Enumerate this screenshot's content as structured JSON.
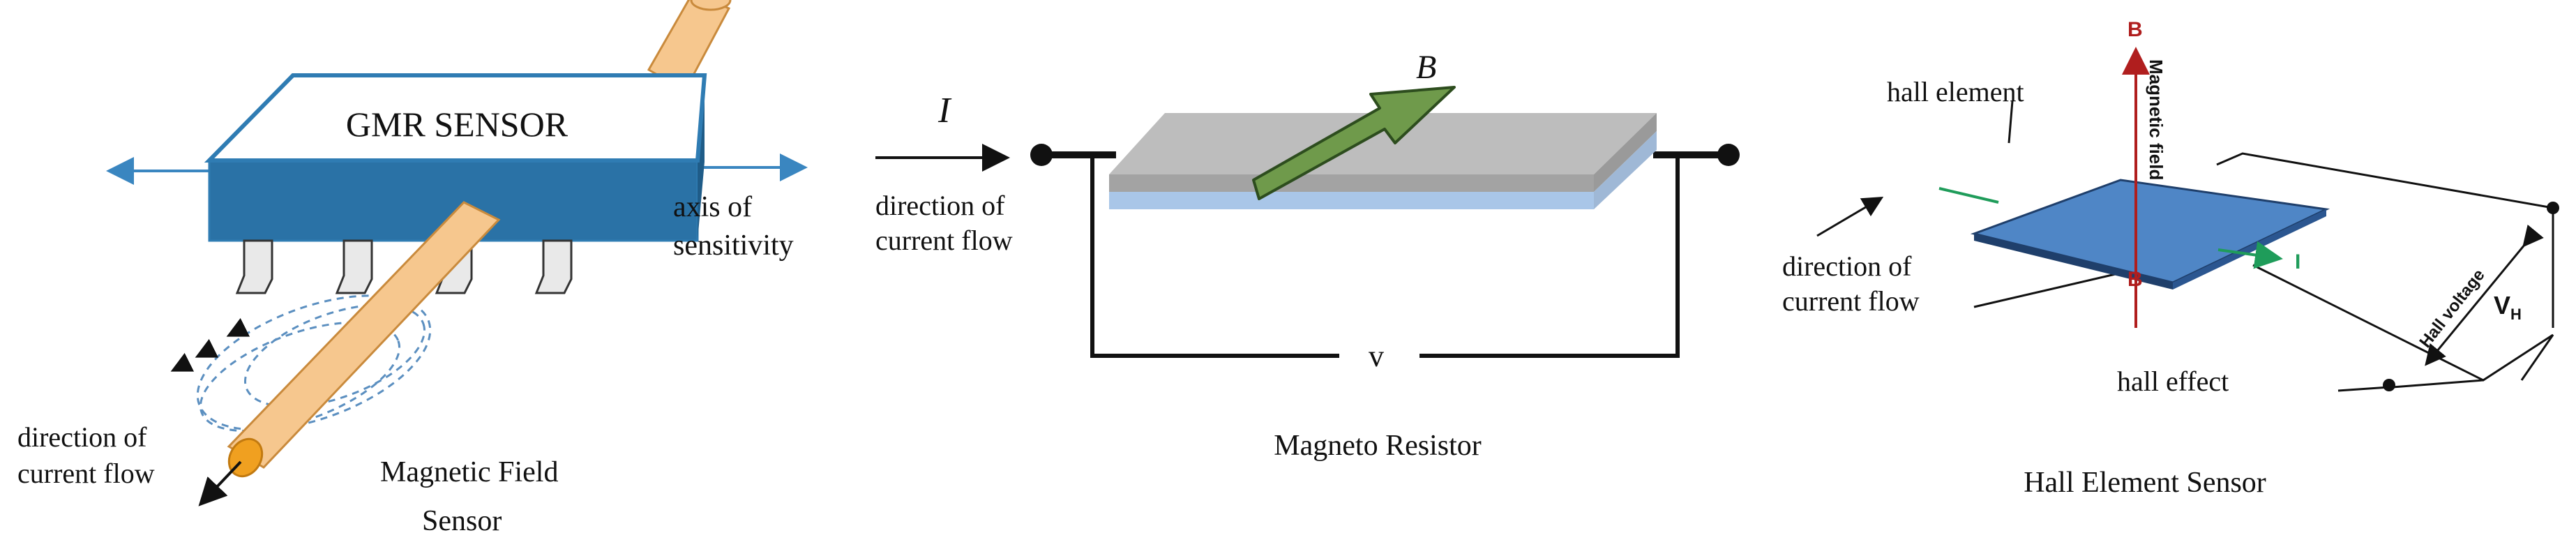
{
  "panels": {
    "gmr": {
      "sensor_label": "GMR SENSOR",
      "axis_label_1": "axis of",
      "axis_label_2": "sensitivity",
      "current_label_1": "direction of",
      "current_label_2": "current flow",
      "caption_1": "Magnetic Field",
      "caption_2": "Sensor"
    },
    "mr": {
      "current_symbol": "I",
      "field_symbol": "B",
      "current_label_1": "direction of",
      "current_label_2": "current flow",
      "voltage_symbol": "v",
      "caption": "Magneto Resistor"
    },
    "hall": {
      "field_symbol": "B",
      "field_label": "Magnetic field",
      "element_label": "hall element",
      "current_label_1": "direction of",
      "current_label_2": "current flow",
      "current_symbol": "I",
      "voltage_label": "Hall voltage",
      "voltage_symbol": "V",
      "voltage_subscript": "H",
      "effect_label": "hall effect",
      "caption": "Hall Element Sensor"
    }
  },
  "colors": {
    "sensor_front": "#2a72a6",
    "sensor_top": "#ffffff",
    "sensor_outline": "#2f7cb3",
    "axis_arrow": "#3a86c0",
    "wire_fill": "#f6c78e",
    "wire_outline": "#c98a3c",
    "wire_end": "#f0a020",
    "field_lines": "#5b8fc0",
    "mr_top": "#b9b9b9",
    "mr_front": "#a3a3a3",
    "mr_underlayer": "#a9c6e8",
    "b_arrow": "#6f9a4b",
    "b_arrow_outline": "#2d4d1e",
    "hall_plate": "#4f86c6",
    "hall_plate_edge": "#1f3f6b",
    "hall_field": "#b01e1e",
    "hall_current": "#1f9c5a"
  }
}
